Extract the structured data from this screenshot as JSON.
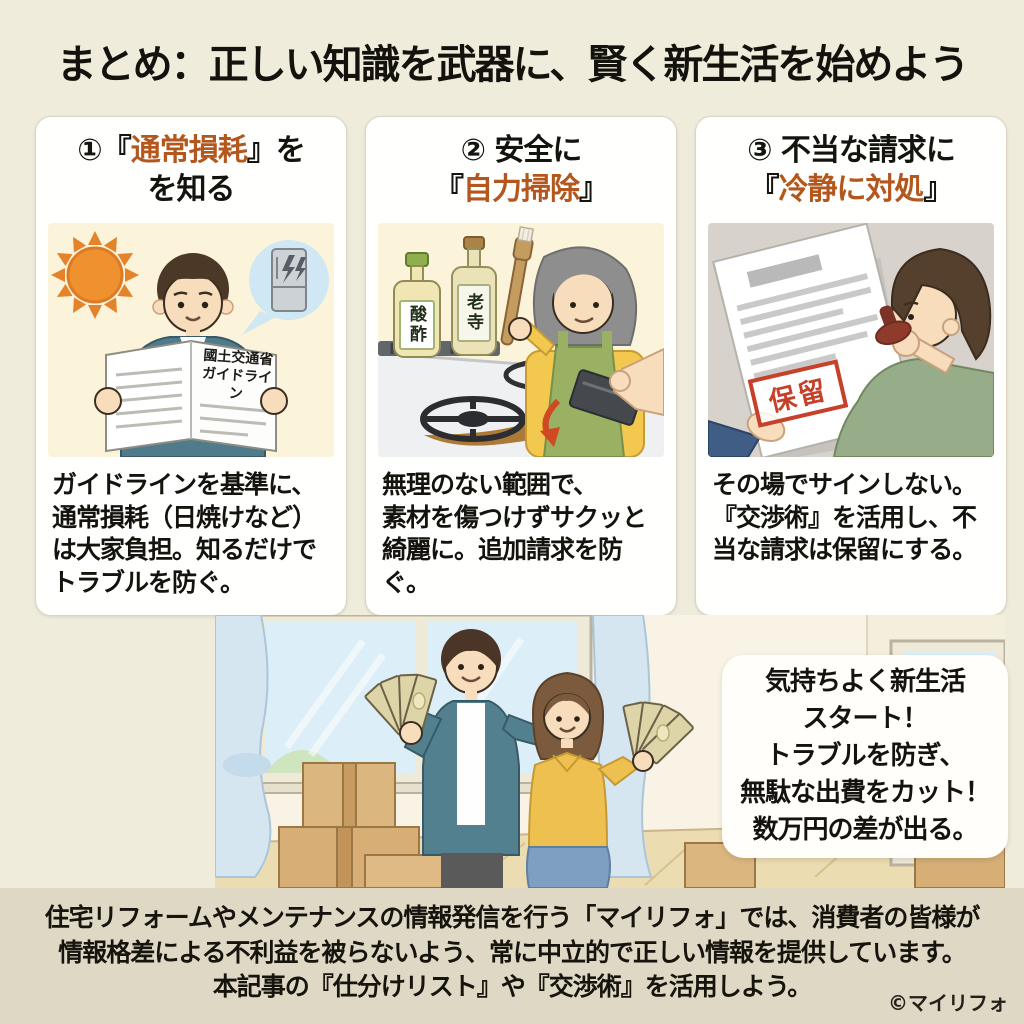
{
  "title": "まとめ：正しい知識を武器に、賢く新生活を始めよう",
  "colors": {
    "accent_orange": "#b4571e",
    "background": "#efecdc",
    "footer_background": "#ded8c5",
    "card_background": "#fffffe",
    "stamp_red": "#c6402a"
  },
  "cards": [
    {
      "heading": {
        "prefix": "①『",
        "accent": "通常損耗",
        "suffix": "』を",
        "line2": "を知る"
      },
      "illustration": {
        "booklet_line1": "國土交通省",
        "booklet_line2": "ガイドライン",
        "icons": [
          "sun-icon",
          "refrigerator-icon",
          "speech-bubble"
        ]
      },
      "body_lines": [
        "ガイドラインを基準に、",
        "通常損耗（日焼けなど）",
        "は大家負担。知るだけで",
        "トラブルを防ぐ。"
      ]
    },
    {
      "heading": {
        "line1": "② 安全に",
        "prefix": "『",
        "accent": "自力掃除",
        "suffix": "』"
      },
      "illustration": {
        "bottle1_label": "酸酢",
        "bottle2_label": "老寺",
        "icons": [
          "vinegar-bottle",
          "cleaner-bottle",
          "toothbrush",
          "stove",
          "scraper-card",
          "red-arrow"
        ]
      },
      "body_lines": [
        "無理のない範囲で、",
        "素材を傷つけずサクッと",
        "綺麗に。追加請求を防ぐ。"
      ]
    },
    {
      "heading": {
        "line1": "③ 不当な請求に",
        "prefix": "『",
        "accent": "冷静に対処",
        "suffix": "』"
      },
      "illustration": {
        "stamp_label": "保留",
        "icons": [
          "document",
          "rubber-stamp"
        ]
      },
      "body_lines": [
        "その場でサインしない。",
        "『交渉術』を活用し、不",
        "当な請求は保留にする。"
      ]
    }
  ],
  "speech_box": {
    "lines": [
      "気持ちよく新生活",
      "スタート！",
      "トラブルを防ぎ、",
      "無駄な出費をカット！",
      "数万円の差が出る。"
    ]
  },
  "footer": {
    "lines": [
      "住宅リフォームやメンテナンスの情報発信を行う「マイリフォ」では、消費者の皆様が",
      "情報格差による不利益を被らないよう、常に中立的で正しい情報を提供しています。",
      "本記事の『仕分けリスト』や『交渉術』を活用しよう。"
    ],
    "copyright": "©マイリフォ"
  }
}
